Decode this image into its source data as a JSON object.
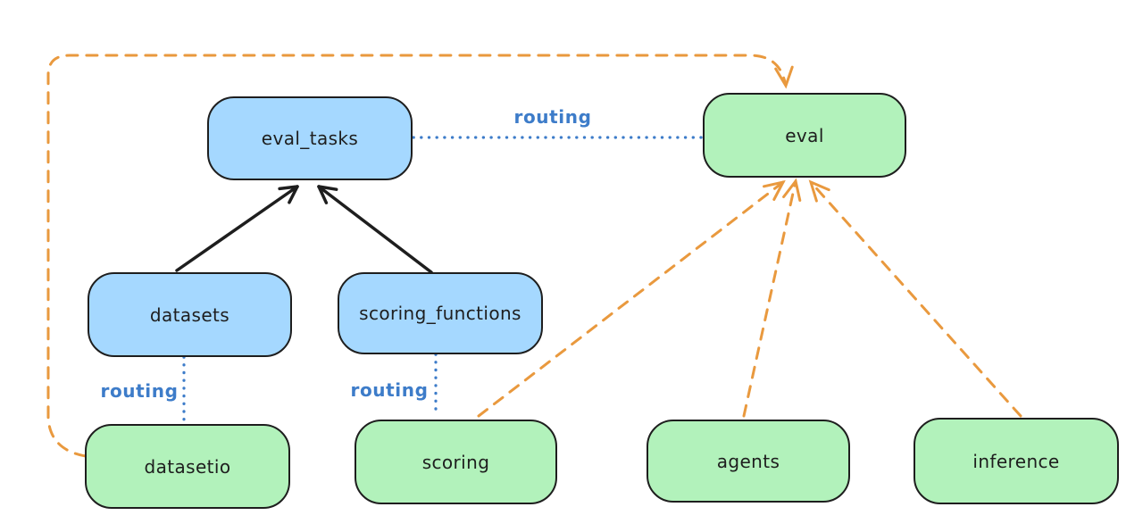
{
  "diagram": {
    "nodes": {
      "eval_tasks": {
        "label": "eval_tasks",
        "kind": "resource",
        "fill": "#a5d8ff"
      },
      "eval": {
        "label": "eval",
        "kind": "api",
        "fill": "#b2f2bb"
      },
      "datasets": {
        "label": "datasets",
        "kind": "resource",
        "fill": "#a5d8ff"
      },
      "scoring_functions": {
        "label": "scoring_functions",
        "kind": "resource",
        "fill": "#a5d8ff"
      },
      "datasetio": {
        "label": "datasetio",
        "kind": "api",
        "fill": "#b2f2bb"
      },
      "scoring": {
        "label": "scoring",
        "kind": "api",
        "fill": "#b2f2bb"
      },
      "agents": {
        "label": "agents",
        "kind": "api",
        "fill": "#b2f2bb"
      },
      "inference": {
        "label": "inference",
        "kind": "api",
        "fill": "#b2f2bb"
      }
    },
    "edges": [
      {
        "from": "datasets",
        "to": "eval_tasks",
        "style": "solid-black-arrow",
        "label": ""
      },
      {
        "from": "scoring_functions",
        "to": "eval_tasks",
        "style": "solid-black-arrow",
        "label": ""
      },
      {
        "from": "eval_tasks",
        "to": "eval",
        "style": "dotted-blue",
        "label": "routing"
      },
      {
        "from": "datasets",
        "to": "datasetio",
        "style": "dotted-blue",
        "label": "routing"
      },
      {
        "from": "scoring_functions",
        "to": "scoring",
        "style": "dotted-blue",
        "label": "routing"
      },
      {
        "from": "datasetio",
        "to": "eval",
        "style": "dashed-orange-arrow",
        "label": ""
      },
      {
        "from": "scoring",
        "to": "eval",
        "style": "dashed-orange-arrow",
        "label": ""
      },
      {
        "from": "agents",
        "to": "eval",
        "style": "dashed-orange-arrow",
        "label": ""
      },
      {
        "from": "inference",
        "to": "eval",
        "style": "dashed-orange-arrow",
        "label": ""
      }
    ],
    "colors": {
      "node_border": "#1e1e1e",
      "blue_fill": "#a5d8ff",
      "green_fill": "#b2f2bb",
      "solid_arrow": "#1e1e1e",
      "routing_blue": "#3d7cc9",
      "dashed_orange": "#e9993e",
      "background": "#ffffff"
    }
  }
}
